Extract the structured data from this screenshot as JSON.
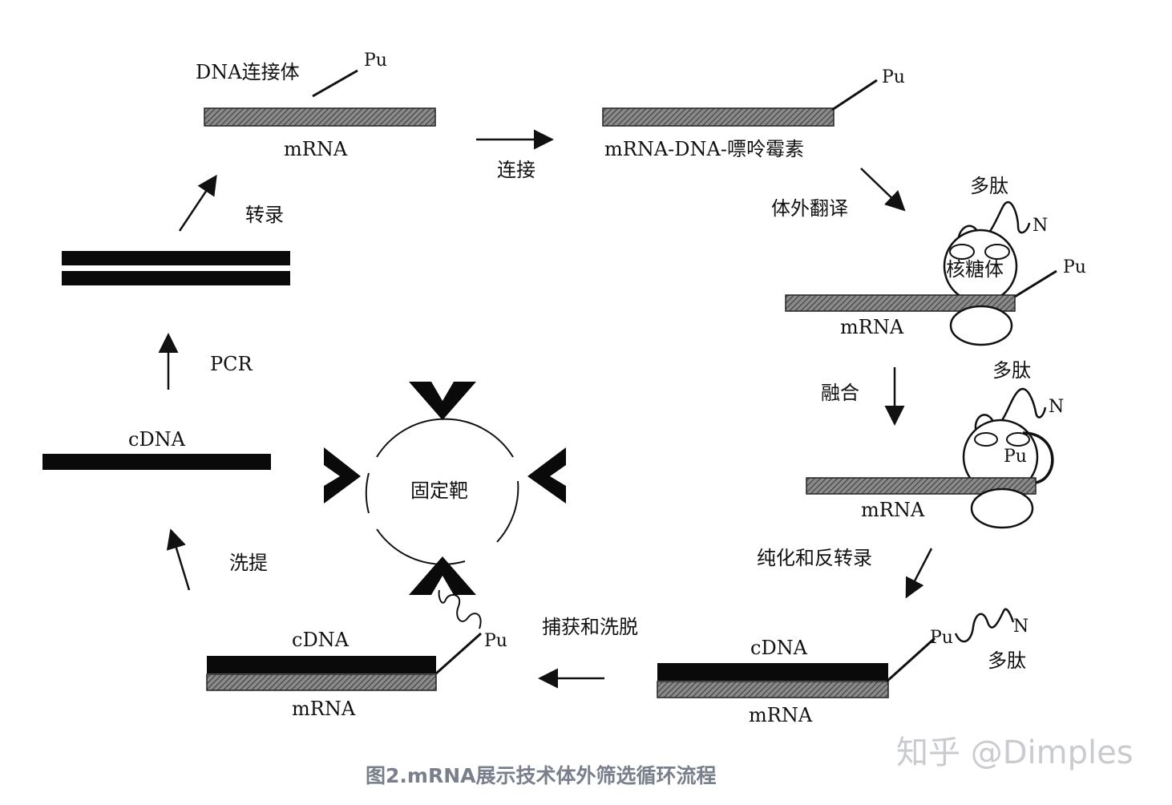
{
  "labels": {
    "dna_linker": "DNA连接体",
    "pu": "Pu",
    "mrna": "mRNA",
    "ligation": "连接",
    "mrna_dna_puromycin": "mRNA-DNA-嘌呤霉素",
    "in_vitro_translation": "体外翻译",
    "polypeptide": "多肽",
    "n_terminus": "N",
    "ribosome": "核糖体",
    "fusion": "融合",
    "purify_reverse_transcribe": "纯化和反转录",
    "cdna": "cDNA",
    "capture_elute": "捕获和洗脱",
    "fixed_target": "固定靶",
    "elution": "洗提",
    "pcr": "PCR",
    "transcription": "转录"
  },
  "caption": "图2.mRNA展示技术体外筛选循环流程",
  "watermark": "知乎 @Dimples",
  "colors": {
    "mrna_fill": "#6e6e6e",
    "cdna_fill": "#0a0a0a",
    "caption": "#7a7f8c",
    "watermark": "#c9cbd0"
  }
}
